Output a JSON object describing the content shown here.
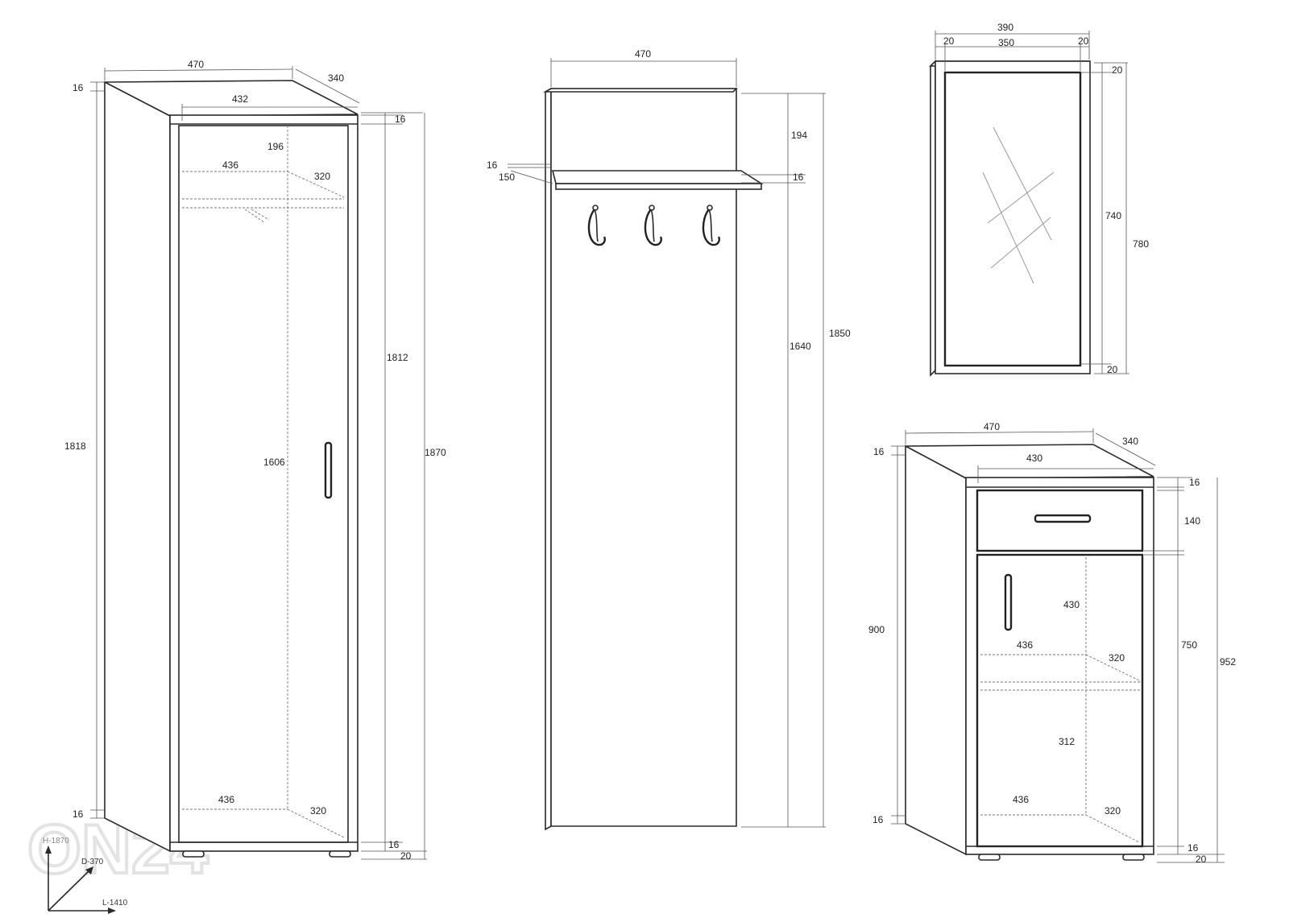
{
  "watermark": "ON24",
  "axes": {
    "height": "H-1870",
    "depth": "D-370",
    "length": "L-1410"
  },
  "wardrobe": {
    "width": "470",
    "depth": "340",
    "inner_width": "432",
    "top_thickness": "16",
    "upper_gap": "196",
    "shelf_width": "436",
    "shelf_depth": "320",
    "top_panel": "16",
    "height_side": "1818",
    "door_height": "1606",
    "inner_height": "1812",
    "total_height": "1870",
    "bottom_shelf_width": "436",
    "bottom_shelf_depth": "320",
    "bottom_panel_left": "16",
    "bottom_panel_right": "16",
    "plinth": "20"
  },
  "coat_panel": {
    "width": "470",
    "top_section": "194",
    "shelf_thickness_left": "16",
    "shelf_depth": "150",
    "shelf_thickness_right": "16",
    "lower_height": "1640",
    "total_height": "1850"
  },
  "mirror": {
    "total_width": "390",
    "frame_left": "20",
    "glass_width": "350",
    "frame_right": "20",
    "frame_top": "20",
    "glass_height": "740",
    "total_height": "780",
    "frame_bottom": "20"
  },
  "cabinet": {
    "width": "470",
    "depth": "340",
    "inner_width": "430",
    "top_thickness_left": "16",
    "top_thickness_right": "16",
    "drawer_height": "140",
    "door_height_inner": "430",
    "shelf_width": "436",
    "shelf_depth": "320",
    "side_height": "900",
    "door_height": "750",
    "total_height": "952",
    "lower_gap": "312",
    "bottom_shelf_width": "436",
    "bottom_shelf_depth": "320",
    "bottom_panel_left": "16",
    "bottom_panel_right": "16",
    "plinth": "20"
  }
}
